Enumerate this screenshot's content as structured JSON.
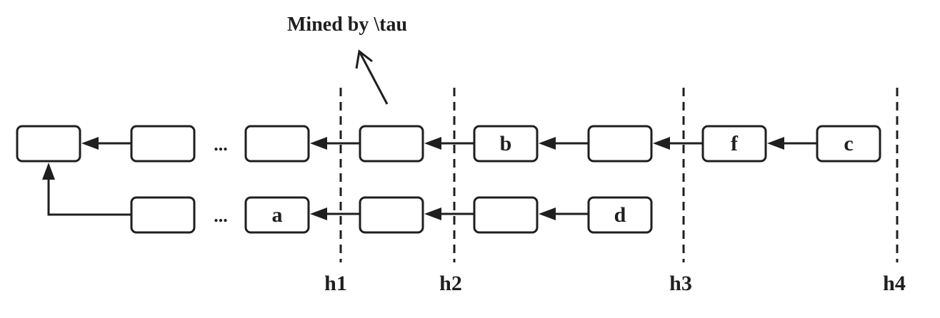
{
  "annotation": {
    "text": "Mined by \\tau"
  },
  "ellipsis": "...",
  "height_markers": [
    {
      "id": "h1",
      "label": "h1"
    },
    {
      "id": "h2",
      "label": "h2"
    },
    {
      "id": "h3",
      "label": "h3"
    },
    {
      "id": "h4",
      "label": "h4"
    }
  ],
  "chains": {
    "top": {
      "blocks": [
        "",
        "",
        "",
        "",
        "b",
        "",
        "f",
        "c"
      ]
    },
    "bottom": {
      "blocks": [
        "",
        "a",
        "",
        "",
        "d"
      ]
    }
  }
}
